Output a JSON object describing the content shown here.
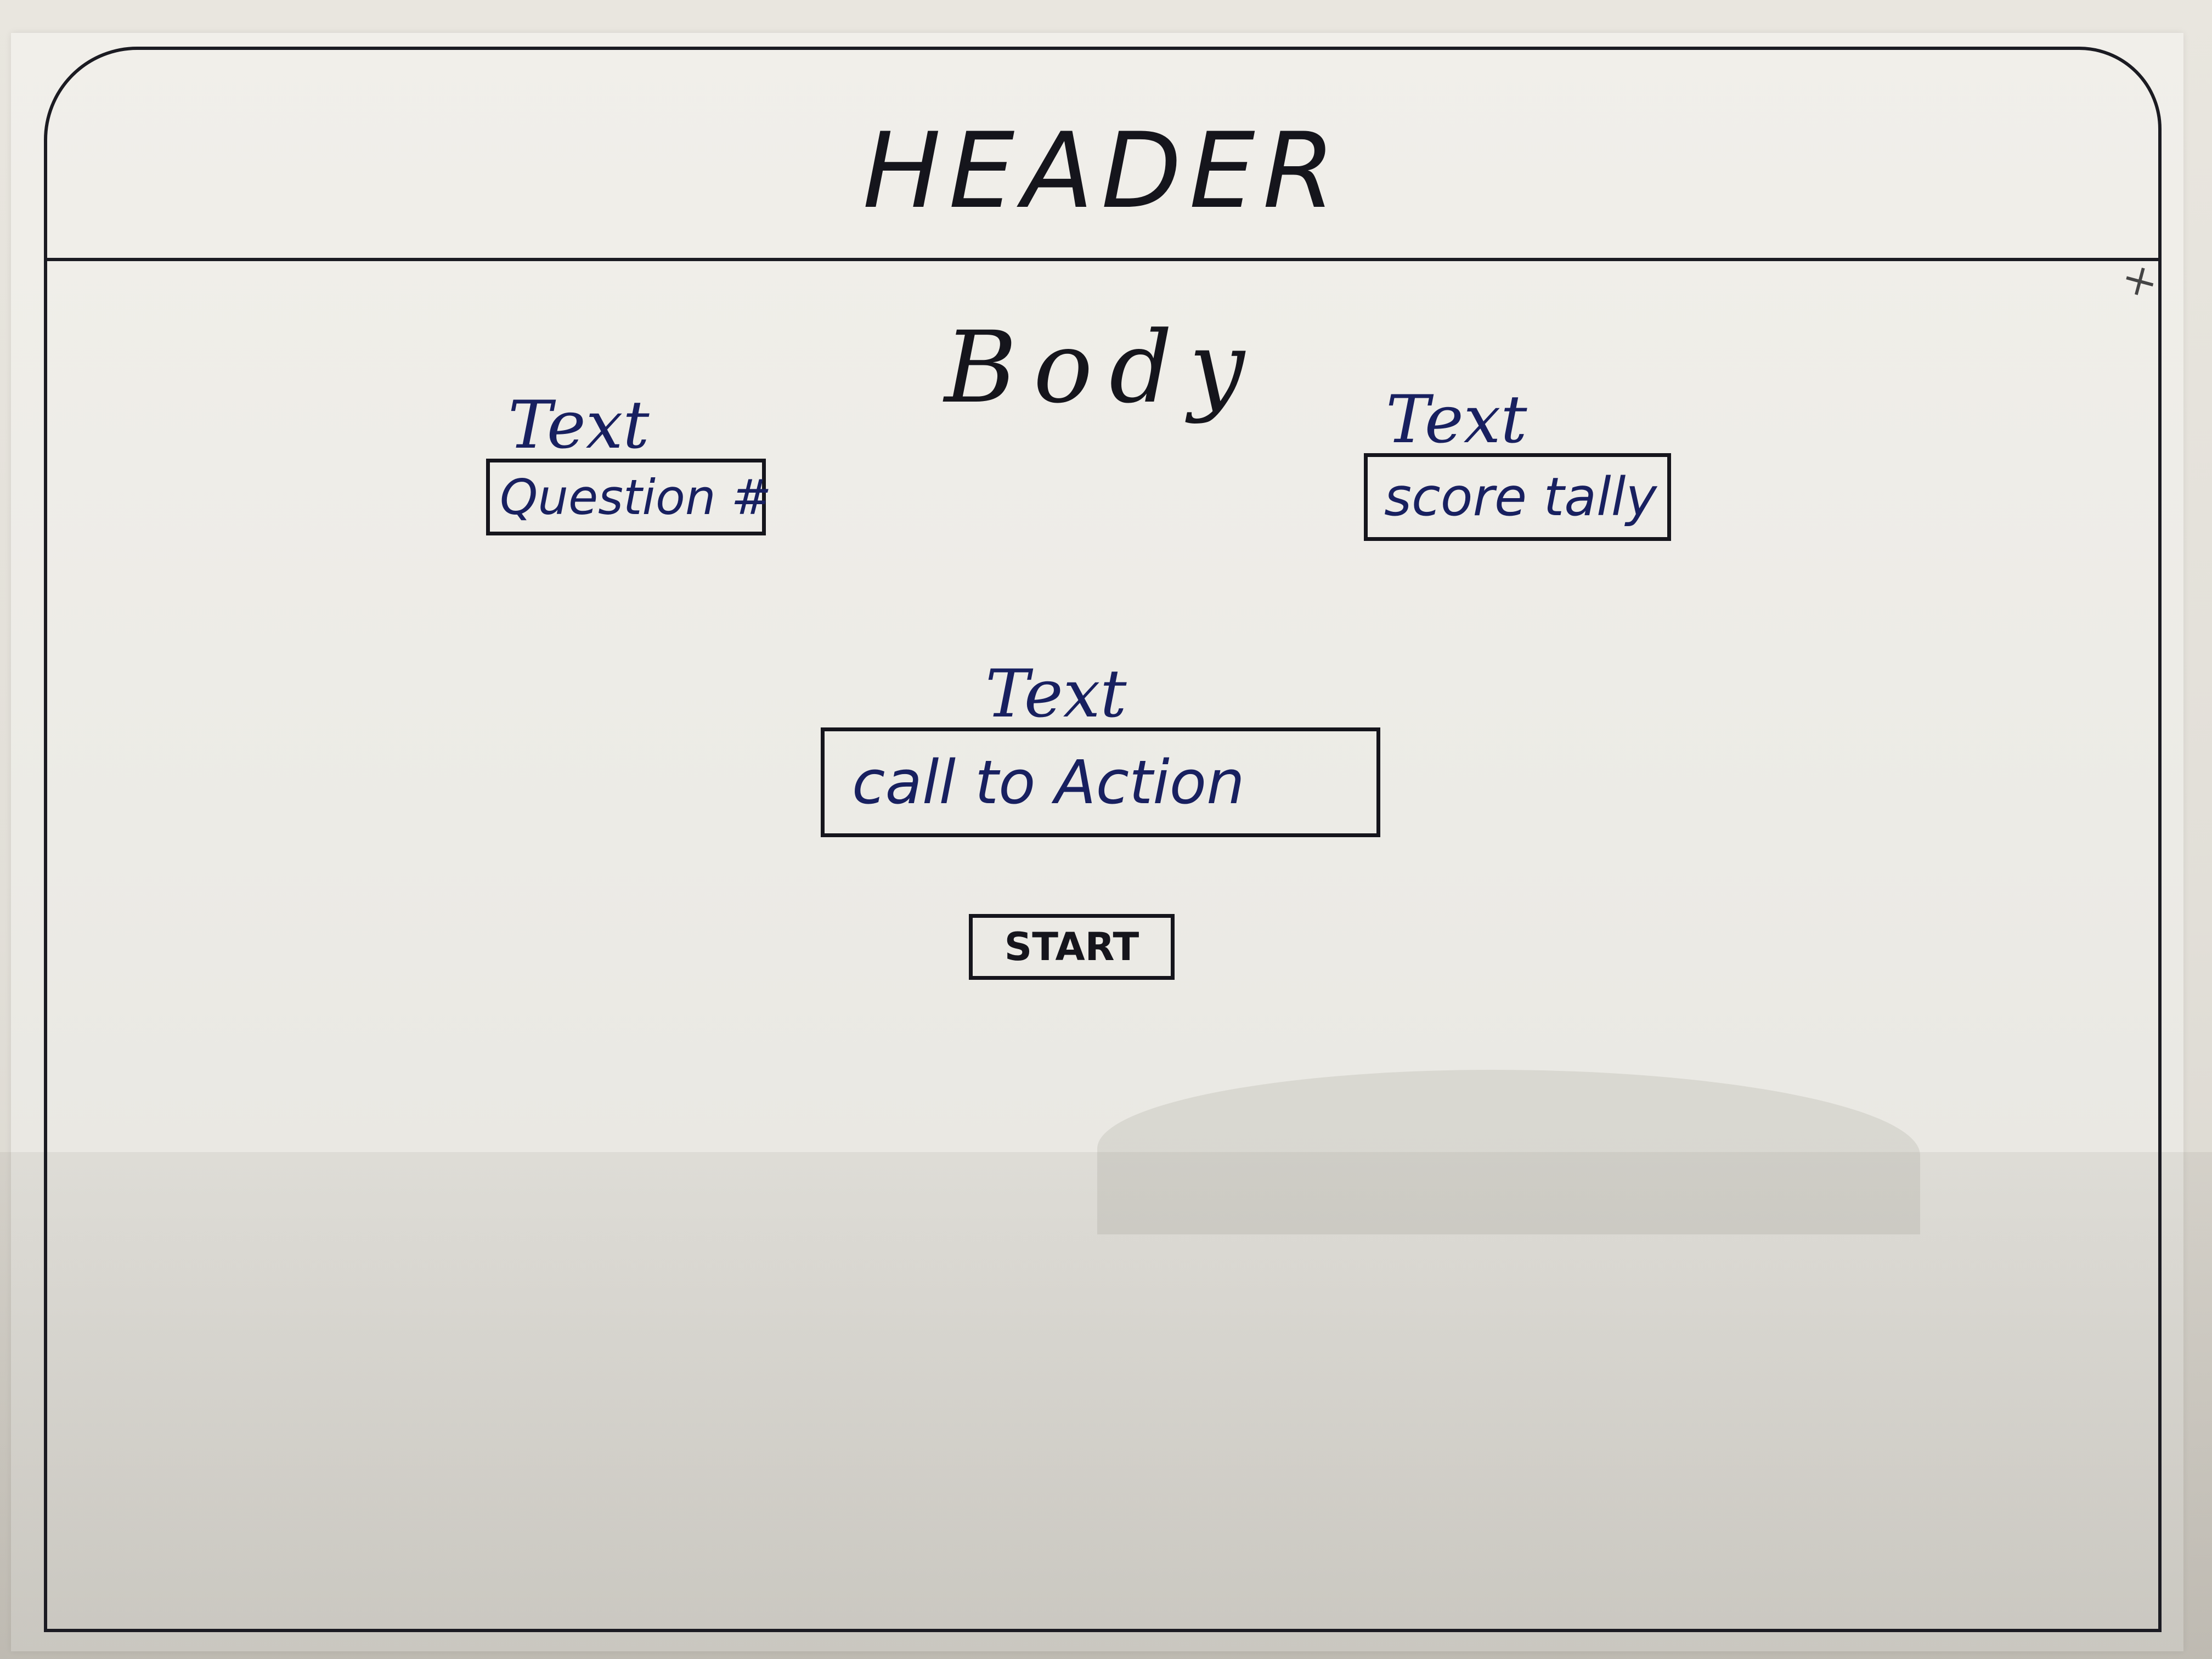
{
  "header": {
    "label": "HEADER"
  },
  "body": {
    "label": "Body"
  },
  "question_widget": {
    "caption": "Text",
    "content": "Question #"
  },
  "score_widget": {
    "caption": "Text",
    "content": "score tally"
  },
  "cta_widget": {
    "caption": "Text",
    "content": "call to Action"
  },
  "start_button": {
    "label": "START"
  },
  "colors": {
    "ink_black": "#15151c",
    "ink_blue": "#182060",
    "paper": "#eeece7"
  }
}
